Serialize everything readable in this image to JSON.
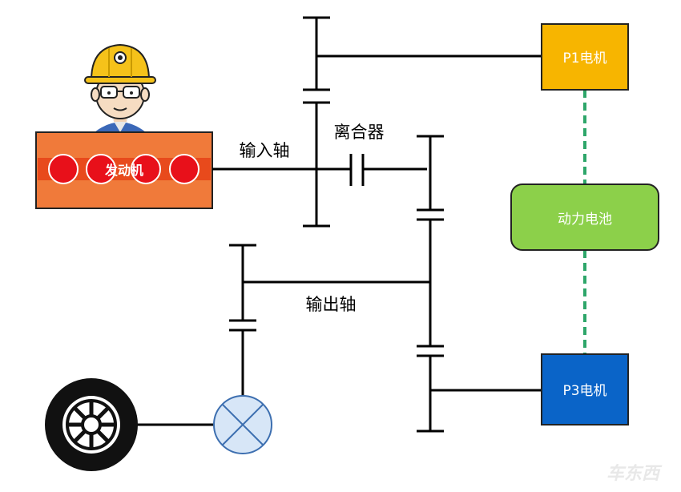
{
  "labels": {
    "engine": "发动机",
    "input_shaft": "输入轴",
    "clutch": "离合器",
    "output_shaft": "输出轴",
    "p1_motor": "P1电机",
    "battery": "动力电池",
    "p3_motor": "P3电机"
  },
  "watermark": "车东西",
  "colors": {
    "engine_body": "#f07a3a",
    "engine_band": "#e84a1c",
    "piston": "#e8101a",
    "p1_motor": "#f7b500",
    "battery": "#8cd04a",
    "p3_motor": "#0a64c8",
    "hv_link": "#2ea66a",
    "differential": "#d7e6f7",
    "line": "#000000"
  },
  "icons": {
    "worker": "worker-with-hardhat-icon",
    "wheel": "wheel-icon",
    "differential": "differential-cross-icon"
  }
}
